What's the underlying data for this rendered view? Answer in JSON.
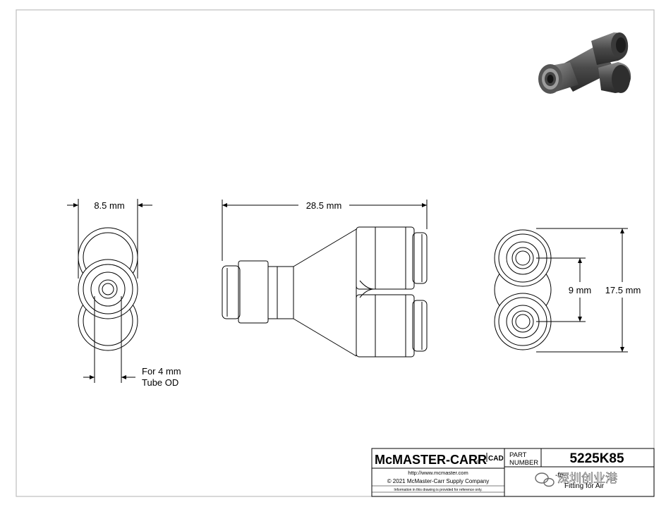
{
  "drawing": {
    "front_view": {
      "width_dim": "8.5 mm",
      "tube_note_line1": "For 4 mm",
      "tube_note_line2": "Tube OD"
    },
    "side_view": {
      "length_dim": "28.5 mm"
    },
    "end_view": {
      "port_spacing_dim": "9 mm",
      "overall_height_dim": "17.5 mm"
    }
  },
  "title_block": {
    "logo_text": "McMASTER-CARR",
    "logo_mark": "®",
    "cad_mark": "CAD",
    "part_label_line1": "PART",
    "part_label_line2": "NUMBER",
    "part_number": "5225K85",
    "url": "http://www.mcmaster.com",
    "copyright": "© 2021 McMaster-Carr Supply Company",
    "disclaimer": "Information in this drawing is provided for reference only.",
    "description_line1": "-to-",
    "description_line2": "Fitting for Air",
    "watermark": "深圳创业港"
  },
  "colors": {
    "line": "#000000",
    "border": "#b8b8b8",
    "render_dark": "#3a3a3a",
    "render_mid": "#6e6e6e"
  }
}
